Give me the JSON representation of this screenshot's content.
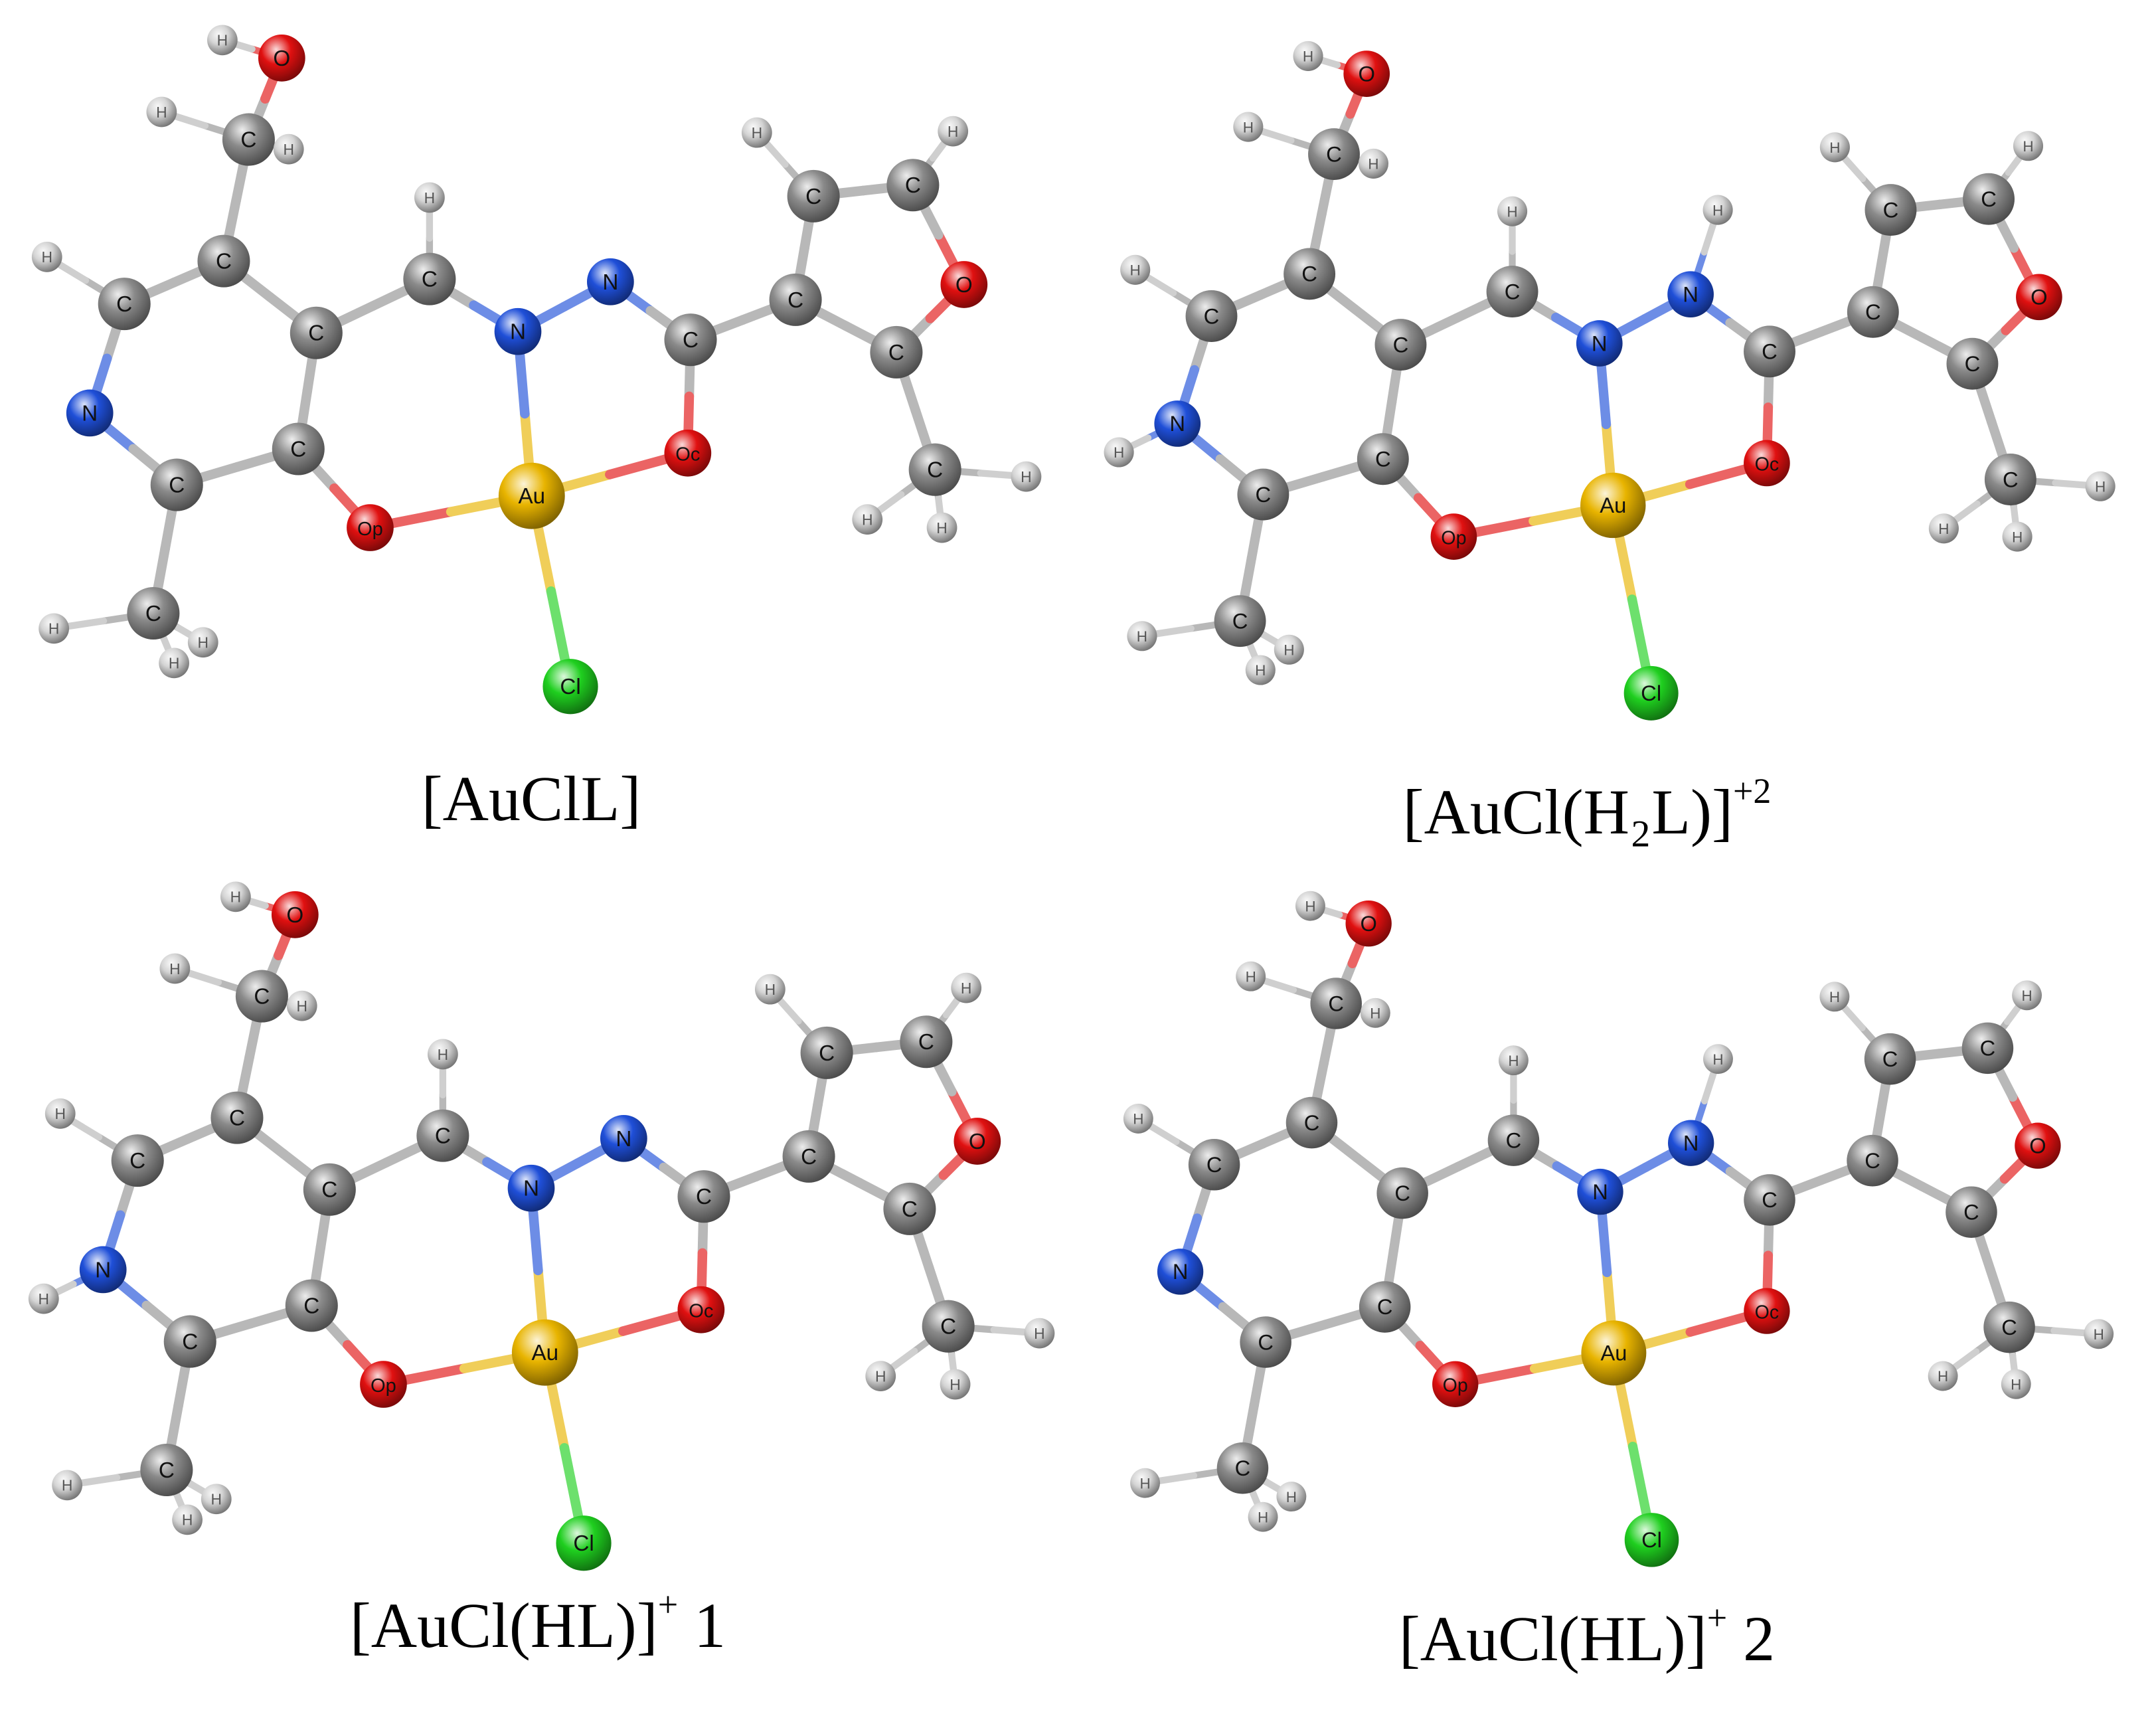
{
  "panels": [
    {
      "caption": {
        "base": "[AuClL]",
        "sup": "",
        "suffix": ""
      },
      "nh_pyridine": false,
      "nh_hydrazone": false
    },
    {
      "caption": {
        "base": "[AuCl(H₂L)]",
        "sup": "+2",
        "suffix": ""
      },
      "nh_pyridine": true,
      "nh_hydrazone": true
    },
    {
      "caption": {
        "base": "[AuCl(HL)]",
        "sup": "+",
        "suffix": " 1"
      },
      "nh_pyridine": true,
      "nh_hydrazone": false
    },
    {
      "caption": {
        "base": "[AuCl(HL)]",
        "sup": "+",
        "suffix": " 2"
      },
      "nh_pyridine": false,
      "nh_hydrazone": true
    }
  ],
  "atom_labels": {
    "carbon": "C",
    "hydrogen": "H",
    "nitrogen": "N",
    "oxygen": "O",
    "oxygen_phenolic": "Op",
    "oxygen_carbonyl": "Oc",
    "gold": "Au",
    "chlorine": "Cl"
  },
  "atom_colors": {
    "C": "#8a8a8a",
    "H": "#d4d4d4",
    "N": "#1f4fd8",
    "O": "#e01010",
    "Au": "#e8b400",
    "Cl": "#1fcf1f"
  }
}
